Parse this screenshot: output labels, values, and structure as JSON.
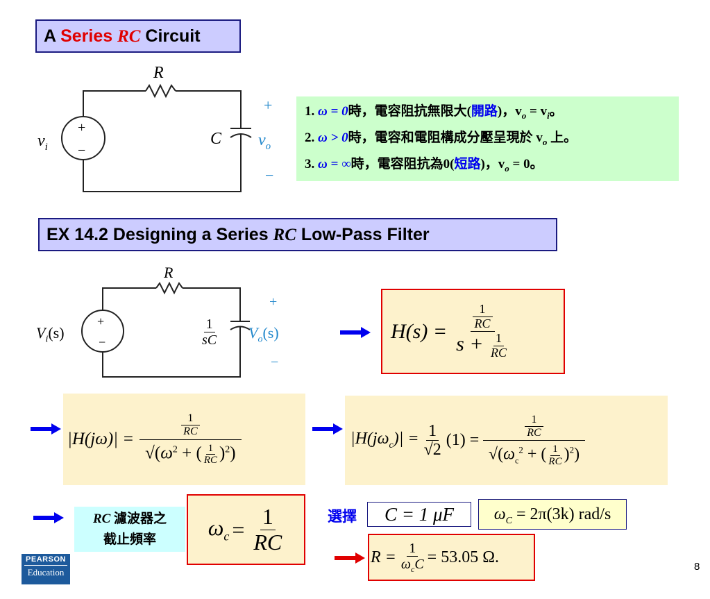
{
  "title1": {
    "prefix": "A ",
    "series": "Series",
    "rc": "RC",
    "suffix": " Circuit"
  },
  "circuit1": {
    "R": "R",
    "C": "C",
    "vi_main": "v",
    "vi_sub": "i",
    "vo_main": "v",
    "vo_sub": "o",
    "plus": "+",
    "minus": "−",
    "src_plus": "+",
    "src_minus": "−"
  },
  "notes": [
    {
      "num": "1. ",
      "cond": "ω = 0",
      "text_a": "時，電容阻抗無限大(",
      "hl": "開路",
      "text_b": ")，v",
      "sub": "o",
      "text_c": " = v",
      "sub2": "i",
      "text_d": "。"
    },
    {
      "num": "2. ",
      "cond": "ω > 0",
      "text_a": "時，電容和電阻構成分壓呈現於 v",
      "sub": "o",
      "text_b": " 上。"
    },
    {
      "num": "3. ",
      "cond": "ω = ∞",
      "text_a": "時，電容阻抗為0(",
      "hl": "短路",
      "text_b": ")，v",
      "sub": "o",
      "text_c": " = 0。"
    }
  ],
  "title2": {
    "prefix": "EX 14.2 Designing a Series ",
    "rc": "RC",
    "suffix": " Low-Pass Filter"
  },
  "circuit2": {
    "R": "R",
    "Vi": "V",
    "Vi_sub": "i",
    "Vi_arg": "(s)",
    "Vo": "V",
    "Vo_sub": "o",
    "Vo_arg": "(s)",
    "cap_num": "1",
    "cap_den": "sC",
    "plus": "+",
    "minus": "−",
    "src_plus": "+",
    "src_minus": "−"
  },
  "eq_H": {
    "lhs": "H(s) =",
    "inner_num": "1",
    "inner_den": "RC",
    "den_s": "s +",
    "den_num": "1",
    "den_den": "RC"
  },
  "eq_mag": {
    "lhs": "|H(jω)| =",
    "num_num": "1",
    "num_den": "RC",
    "omega_sq": "ω",
    "exp": "2",
    "plus": " + ",
    "in_num": "1",
    "in_den": "RC",
    "outer_exp": "2"
  },
  "eq_cut": {
    "lhs": "|H(jω",
    "lhs_sub": "c",
    "lhs_end": ")| =",
    "c_num": "1",
    "c_den": "√2",
    "paren": "(1) =",
    "num_num": "1",
    "num_den": "RC",
    "omega": "ω",
    "omega_sub": "c",
    "exp": "2",
    "plus": " + ",
    "in_num": "1",
    "in_den": "RC",
    "outer_exp": "2"
  },
  "label_cutoff": {
    "line1_rc": "RC",
    "line1": " 濾波器之",
    "line2": "截止頻率"
  },
  "eq_wc": {
    "lhs": "ω",
    "lhs_sub": "c",
    "eq": " =",
    "num": "1",
    "den": "RC"
  },
  "choose": {
    "label": "選擇",
    "C_value": "C = 1 μF",
    "wc_lhs": "ω",
    "wc_sub": "C",
    "wc_rhs": " = 2π(3k) rad/s"
  },
  "eq_R": {
    "lhs": "R =",
    "num": "1",
    "den_w": "ω",
    "den_sub": "c",
    "den_C": "C",
    "rhs": "= 53.05 Ω."
  },
  "logo": {
    "line1": "PEARSON",
    "line2": "Education"
  },
  "page_number": "8",
  "colors": {
    "title_bg": "#ccccff",
    "notes_bg": "#ccffcc",
    "eq_bg": "#fdf2cc",
    "blue_arrow": "#0000ee",
    "red_arrow": "#e00000",
    "cyan_label": "#ccffff",
    "wc_box": "#ffffcc"
  }
}
